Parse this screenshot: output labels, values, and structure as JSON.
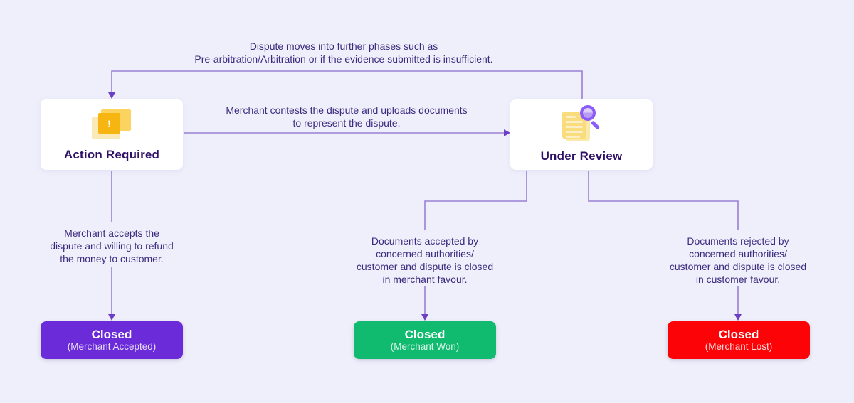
{
  "palette": {
    "background": "#EFEFFB",
    "connector_line": "#9A80D4",
    "arrowhead": "#6D3FC8",
    "body_text": "#3B2A7E",
    "node_title_text": "#2E1065",
    "card_background": "#FFFFFF",
    "icon_amber": "#F7B511",
    "icon_yellow": "#FBD35F",
    "icon_pale_yellow": "#F9E7AE",
    "icon_document_yellow": "#F8DC7E",
    "icon_magnifier_purple": "#8B5CF6",
    "closed_accepted_bg": "#6C2BD9",
    "closed_won_bg": "#10BA6E",
    "closed_lost_bg": "#FB0307"
  },
  "icons": {
    "action_required": "alert-note-icon",
    "under_review": "document-magnifier-icon",
    "alert_glyph": "!"
  },
  "nodes": {
    "action_required": {
      "title": "Action Required"
    },
    "under_review": {
      "title": "Under Review"
    }
  },
  "edge_labels": {
    "loop_back": "Dispute moves into further phases such as\nPre-arbitration/Arbitration or if the evidence submitted is insufficient.",
    "contest": "Merchant contests the dispute and uploads documents\nto represent the dispute.",
    "merchant_accepts": "Merchant accepts the\ndispute and willing to refund\nthe money to customer.",
    "documents_accepted": "Documents accepted by\nconcerned authorities/\ncustomer and dispute is closed\nin merchant favour.",
    "documents_rejected": "Documents rejected by\nconcerned authorities/\ncustomer and dispute is closed\nin customer favour."
  },
  "outcomes": [
    {
      "title": "Closed",
      "subtitle": "(Merchant Accepted)",
      "color": "#6C2BD9"
    },
    {
      "title": "Closed",
      "subtitle": "(Merchant Won)",
      "color": "#10BA6E"
    },
    {
      "title": "Closed",
      "subtitle": "(Merchant Lost)",
      "color": "#FB0307"
    }
  ]
}
